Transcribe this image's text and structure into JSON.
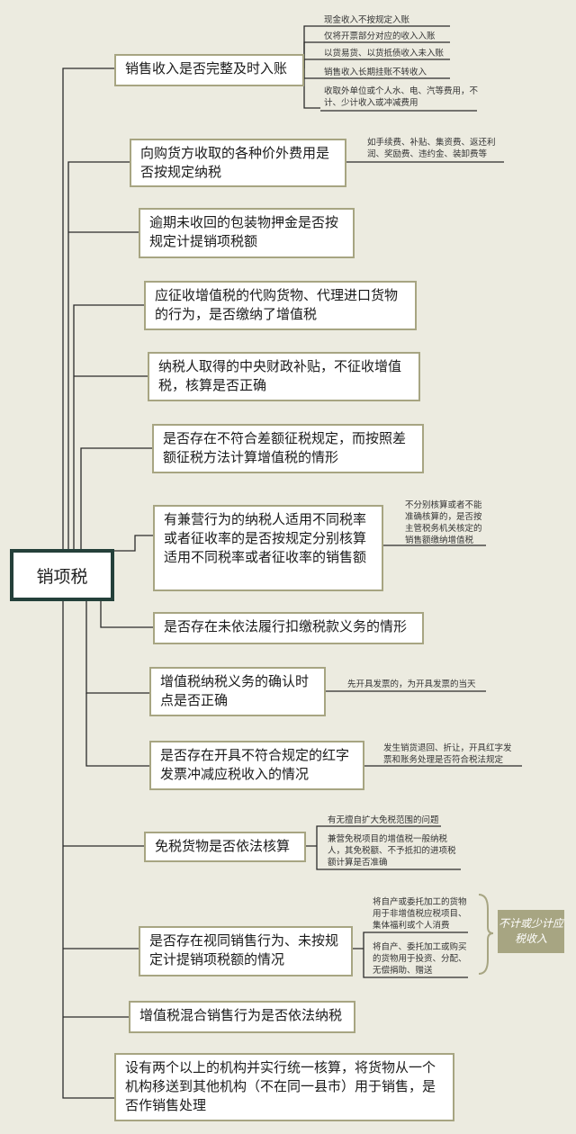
{
  "root": "销项税",
  "branches": [
    {
      "text": "销售收入是否完整及时入账",
      "notes": [
        "现金收入不按规定入账",
        "仅将开票部分对应的收入入账",
        "以货易货、以货抵债收入未入账",
        "销售收入长期挂账不转收入",
        "收取外单位或个人水、电、汽等费用，不计、少计收入或冲减费用"
      ]
    },
    {
      "text": "向购货方收取的各种价外费用是否按规定纳税",
      "notes": [
        "如手续费、补贴、集资费、返还利润、奖励费、违约金、装卸费等"
      ]
    },
    {
      "text": "逾期未收回的包装物押金是否按规定计提销项税额",
      "notes": []
    },
    {
      "text": "应征收增值税的代购货物、代理进口货物的行为，是否缴纳了增值税",
      "notes": []
    },
    {
      "text": "纳税人取得的中央财政补贴，不征收增值税，核算是否正确",
      "notes": []
    },
    {
      "text": "是否存在不符合差额征税规定，而按照差额征税方法计算增值税的情形",
      "notes": []
    },
    {
      "text": "有兼营行为的纳税人适用不同税率或者征收率的是否按规定分别核算适用不同税率或者征收率的销售额",
      "notes": [
        "不分别核算或者不能准确核算的，是否按主管税务机关核定的销售额缴纳增值税"
      ]
    },
    {
      "text": "是否存在未依法履行扣缴税款义务的情形",
      "notes": []
    },
    {
      "text": "增值税纳税义务的确认时点是否正确",
      "notes": [
        "先开具发票的，为开具发票的当天"
      ]
    },
    {
      "text": "是否存在开具不符合规定的红字发票冲减应税收入的情况",
      "notes": [
        "发生销货退回、折让，开具红字发票和账务处理是否符合税法规定"
      ]
    },
    {
      "text": "免税货物是否依法核算",
      "notes": [
        "有无擅自扩大免税范围的问题",
        "兼营免税项目的增值税一般纳税人，其免税额、不予抵扣的进项税额计算是否准确"
      ]
    },
    {
      "text": "是否存在视同销售行为、未按规定计提销项税额的情况",
      "notes": [
        "将自产或委托加工的货物用于非增值税应税项目、集体福利或个人消费",
        "将自产、委托加工或购买的货物用于投资、分配、无偿捐助、赠送"
      ],
      "tag": "不计或少计应税收入"
    },
    {
      "text": "增值税混合销售行为是否依法纳税",
      "notes": []
    },
    {
      "text": "设有两个以上的机构并实行统一核算，将货物从一个机构移送到其他机构（不在同一县市）用于销售，是否作销售处理",
      "notes": []
    }
  ],
  "colors": {
    "background": "#ecebe0",
    "box_border": "#a7a582",
    "root_border": "#24403a",
    "line": "#2b2b2b",
    "tag_fill": "#a7a582"
  }
}
